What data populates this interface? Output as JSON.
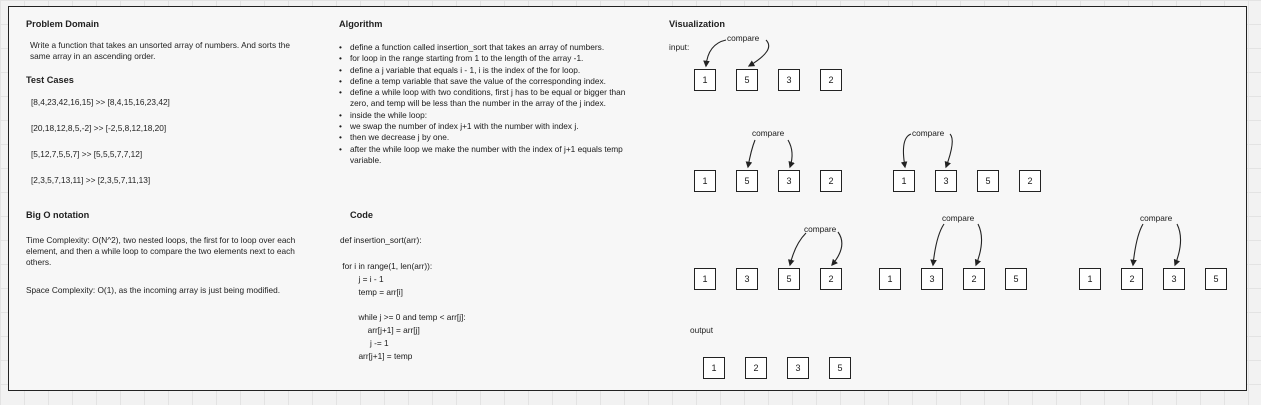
{
  "problem_domain": {
    "title": "Problem Domain",
    "description": "Write a function that takes an unsorted array of numbers. And sorts the same array in an ascending order."
  },
  "test_cases": {
    "title": "Test Cases",
    "items": [
      "[8,4,23,42,16,15] >> [8,4,15,16,23,42]",
      "[20,18,12,8,5,-2]  >> [-2,5,8,12,18,20]",
      "[5,12,7,5,5,7]      >>  [5,5,5,7,7,12]",
      "[2,3,5,7,13,11]     >>  [2,3,5,7,11,13]"
    ]
  },
  "big_o": {
    "title": "Big O notation",
    "time": "Time Complexity: O(N^2), two nested loops, the first for to loop over each element, and then a while loop to compare the two elements next to each others.",
    "space": "Space Complexity: O(1), as the incoming array is just being modified."
  },
  "algorithm": {
    "title": "Algorithm",
    "steps": [
      "define a function called insertion_sort that takes an array of numbers.",
      "for loop in the range starting from 1 to the length of the array -1.",
      "define a j variable that equals i - 1,  i  is the index of the for loop.",
      "define a temp variable that save the value of the corresponding index.",
      "define a while loop with two conditions, first j has to be equal or bigger than zero, and temp will be less than the number in the array of the j index.",
      "inside the while loop:",
      "we swap the number of index j+1 with the number with index j.",
      "then we decrease j by one.",
      "after the while loop we make the number with the index of j+1 equals temp variable."
    ]
  },
  "code": {
    "title": "Code",
    "lines": [
      "def insertion_sort(arr):",
      "",
      " for i in range(1, len(arr)):",
      "        j = i - 1",
      "        temp = arr[i]",
      "",
      "        while j >= 0 and temp < arr[j]:",
      "            arr[j+1] = arr[j]",
      "             j -= 1",
      "        arr[j+1] = temp"
    ]
  },
  "visualization": {
    "title": "Visualization",
    "input_label": "input:",
    "output_label": "output",
    "compare_label": "compare",
    "rows": [
      {
        "name": "input",
        "values": [
          "1",
          "5",
          "3",
          "2"
        ]
      },
      {
        "name": "step-1a",
        "values": [
          "1",
          "5",
          "3",
          "2"
        ]
      },
      {
        "name": "step-1b",
        "values": [
          "1",
          "3",
          "5",
          "2"
        ]
      },
      {
        "name": "step-2a",
        "values": [
          "1",
          "3",
          "5",
          "2"
        ]
      },
      {
        "name": "step-2b",
        "values": [
          "1",
          "3",
          "2",
          "5"
        ]
      },
      {
        "name": "step-2c",
        "values": [
          "1",
          "2",
          "3",
          "5"
        ]
      },
      {
        "name": "output",
        "values": [
          "1",
          "2",
          "3",
          "5"
        ]
      }
    ]
  }
}
